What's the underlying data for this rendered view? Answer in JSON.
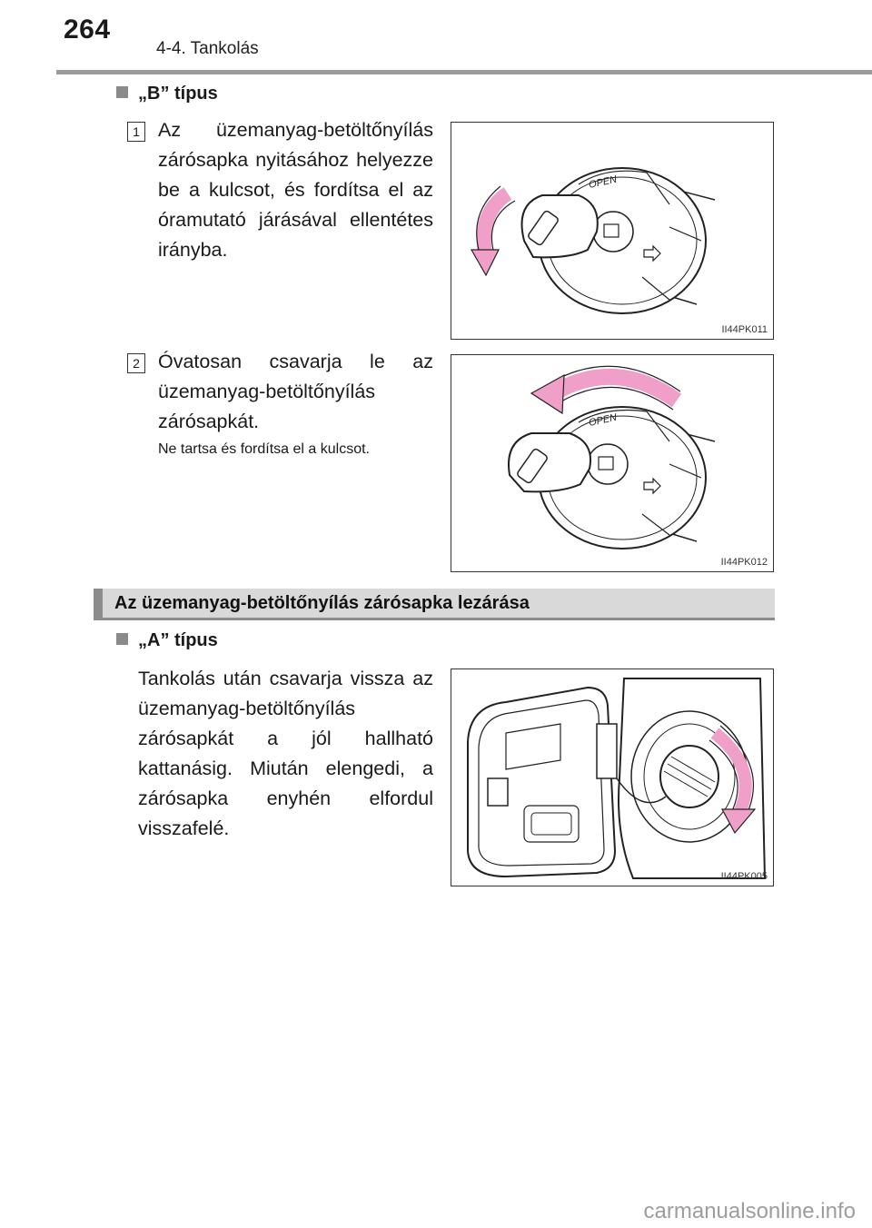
{
  "header": {
    "page_number": "264",
    "section": "4-4. Tankolás"
  },
  "type_b": {
    "heading": "„B” típus",
    "steps": [
      {
        "num": "1",
        "text": "Az üzemanyag-betöltőnyílás zárósapka nyitásához helyezze be a kulcsot, és fordítsa el az óramutató járásával ellentétes irányba.",
        "figure_code": "II44PK011",
        "open_label": "OPEN"
      },
      {
        "num": "2",
        "text": "Óvatosan csavarja le az üzemanyag-betöltőnyílás zárósapkát.",
        "note": "Ne tartsa és fordítsa el a kulcsot.",
        "figure_code": "II44PK012",
        "open_label": "OPEN"
      }
    ]
  },
  "closing_section": {
    "title": "Az üzemanyag-betöltőnyílás zárósapka lezárása",
    "type_a": {
      "heading": "„A” típus",
      "text": "Tankolás után csavarja vissza az üzemanyag-betöltőnyílás zárósapkát a jól hallható kattanásig. Miután elengedi, a zárósapka enyhén elfordul visszafelé.",
      "figure_code": "II44PK005"
    }
  },
  "watermark": "carmanualsonline.info",
  "colors": {
    "arrow_pink": "#f0a0c8",
    "rule_gray": "#9a9a9a",
    "heading_bar": "#d9d9d9"
  }
}
